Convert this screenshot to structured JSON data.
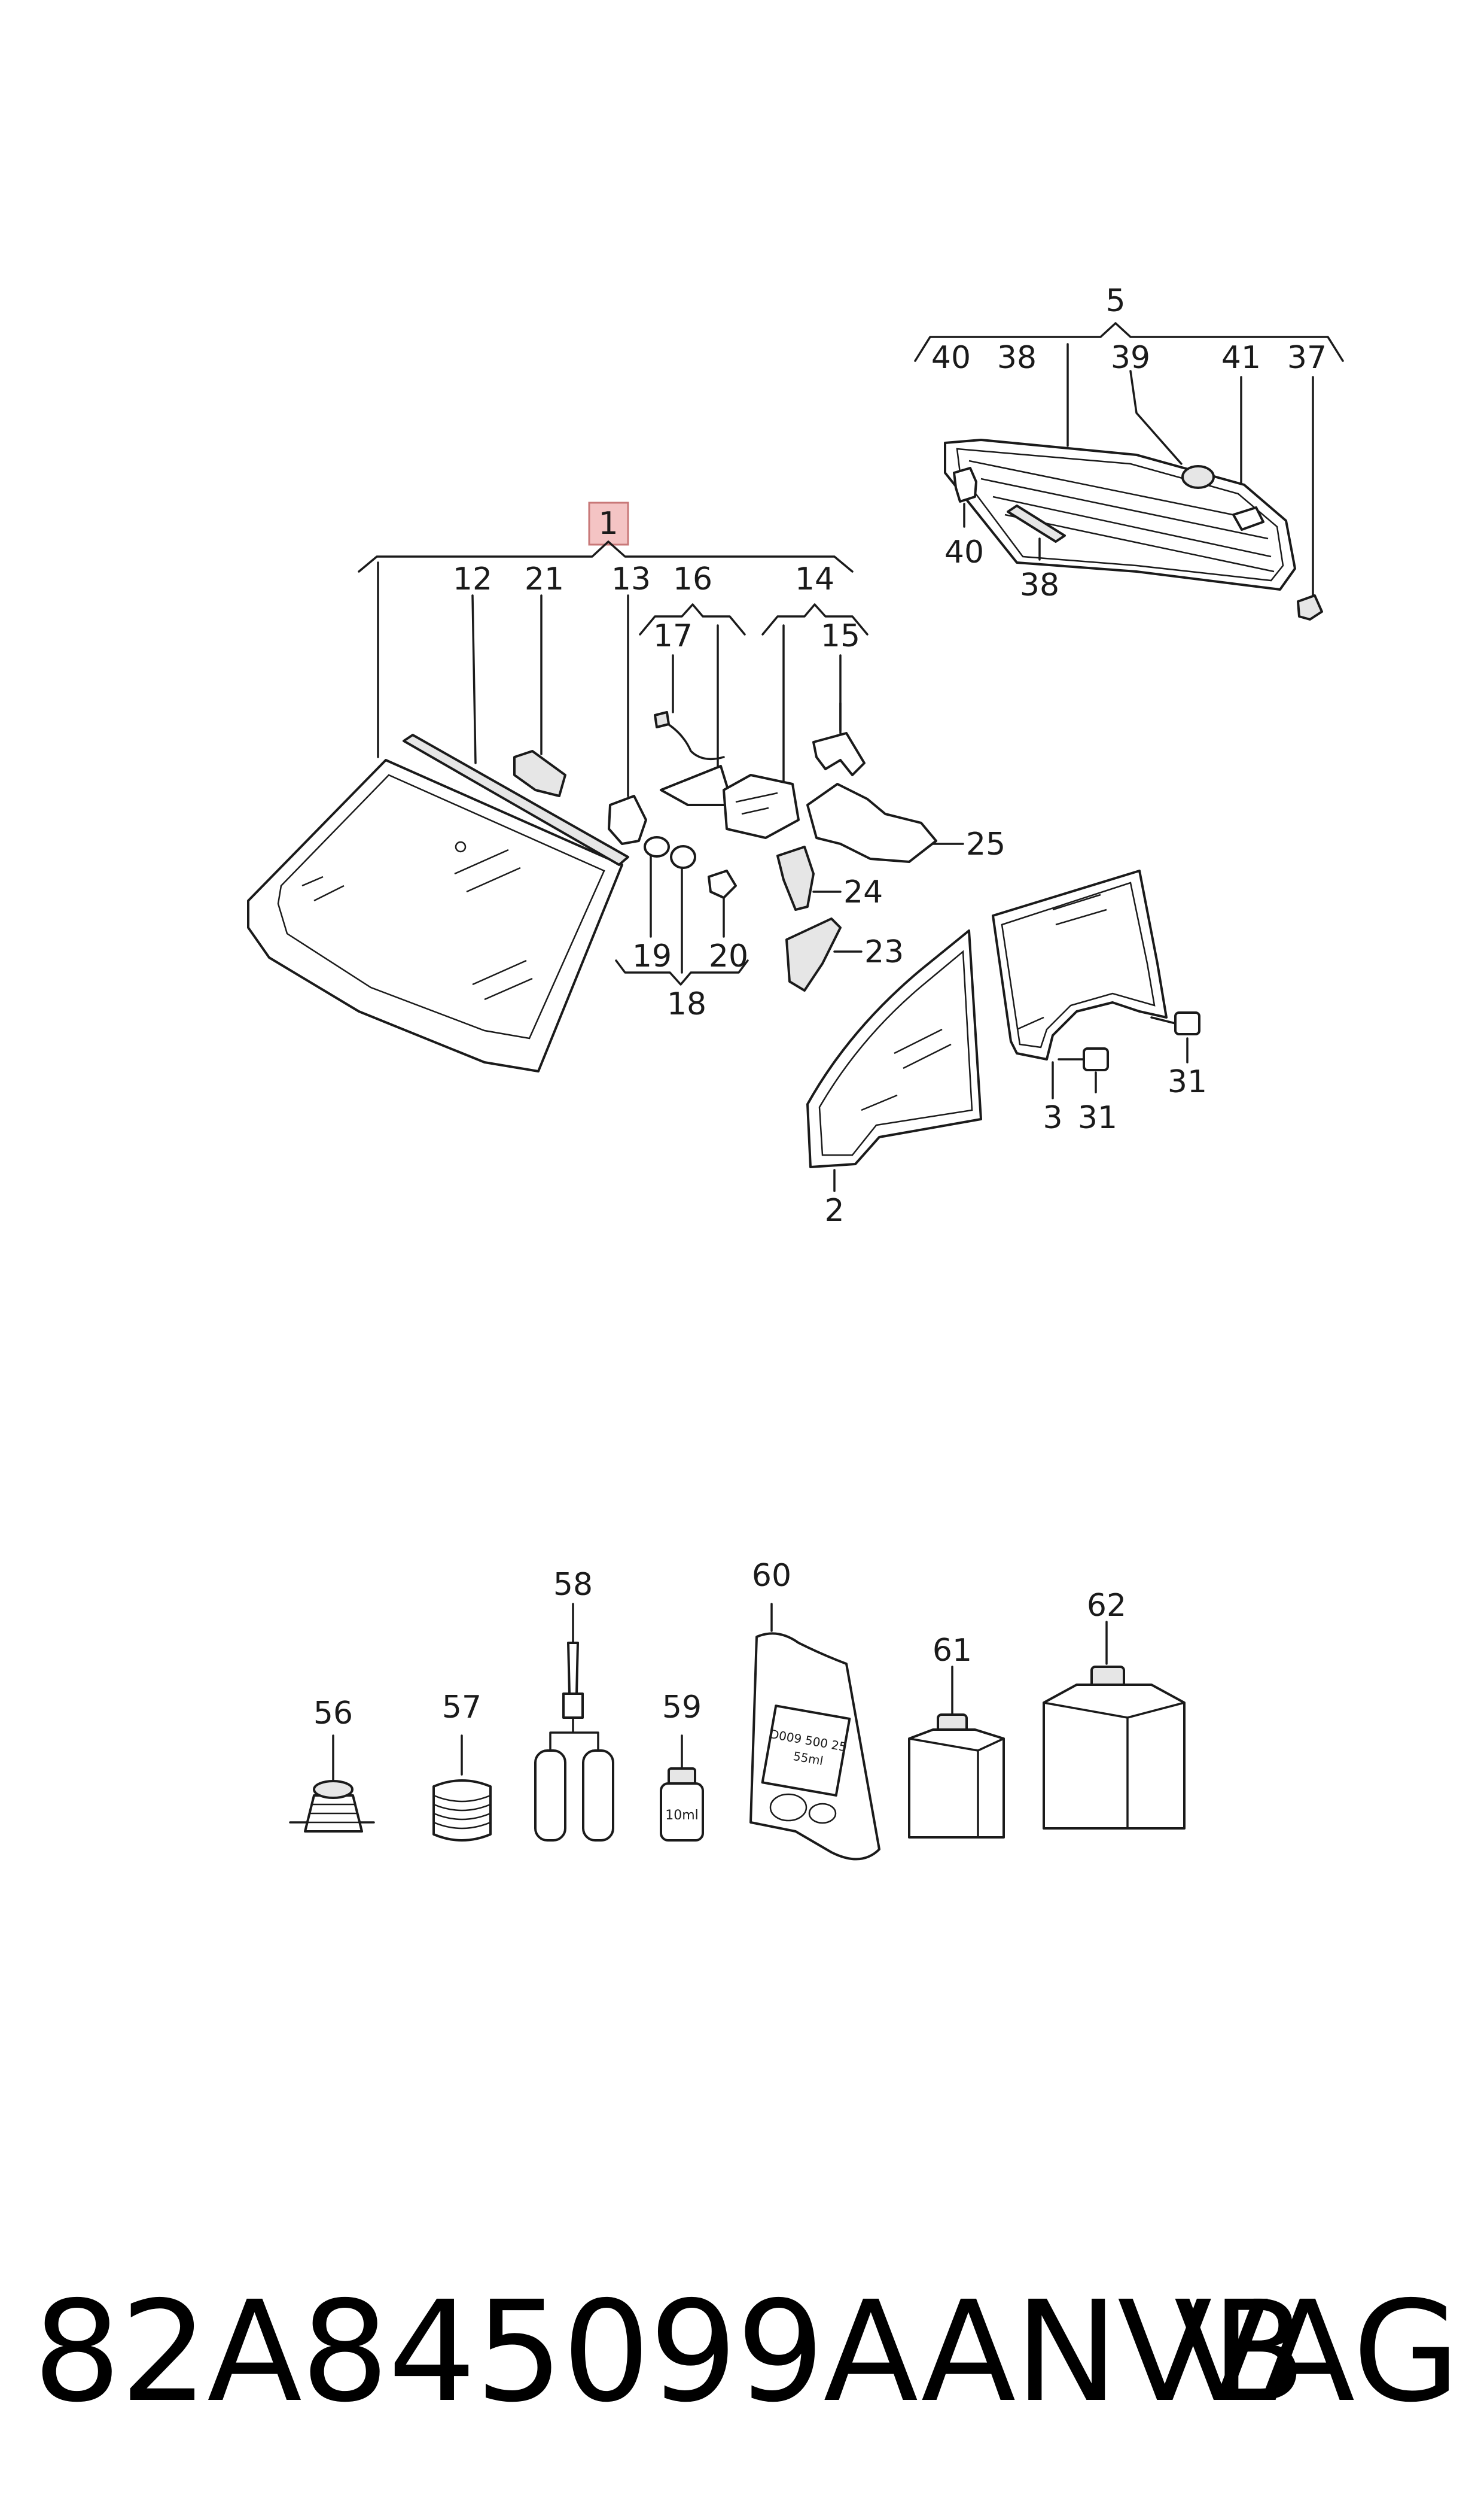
{
  "diagram": {
    "highlighted_callout": "1",
    "highlight_color": "#f4c4c4",
    "callouts": {
      "c1": "1",
      "c2": "2",
      "c3": "3",
      "c5": "5",
      "c12": "12",
      "c13": "13",
      "c14": "14",
      "c15": "15",
      "c16": "16",
      "c17": "17",
      "c18": "18",
      "c19": "19",
      "c20": "20",
      "c21": "21",
      "c23": "23",
      "c24": "24",
      "c25": "25",
      "c31a": "31",
      "c31b": "31",
      "c37": "37",
      "c38a": "38",
      "c38b": "38",
      "c39": "39",
      "c40a": "40",
      "c40b": "40",
      "c41": "41",
      "c56": "56",
      "c57": "57",
      "c58": "58",
      "c59": "59",
      "c60": "60",
      "c61": "61",
      "c62": "62"
    },
    "product_labels": {
      "bottle_59": "10ml",
      "bag_60_line1": "D009 500 25",
      "bag_60_line2": "55ml"
    }
  },
  "footer": {
    "part_number": "82A845099AANVB",
    "brand": "VAG"
  }
}
